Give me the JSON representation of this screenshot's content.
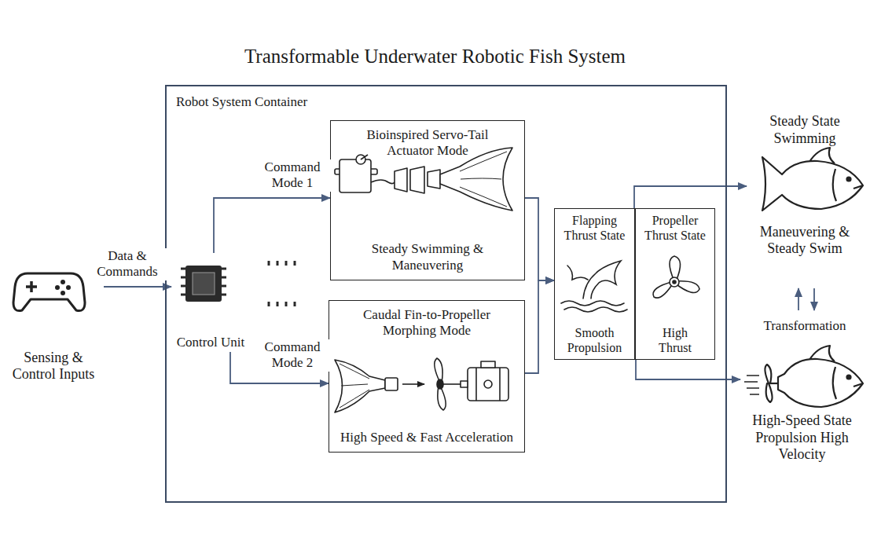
{
  "diagram": {
    "title": "Transformable Underwater Robotic Fish System",
    "nodes": [
      {
        "text": [
          "Sensing & Control Inputs"
        ]
      },
      {
        "text": [
          "Robot System Container"
        ]
      },
      {
        "text": [
          "Control Unit"
        ],
        "in": 1
      },
      {
        "text": [
          "Bioinspired Servo-Tail Actuator Mode",
          "Steady Swimming & Maneuvering"
        ],
        "in": 1
      },
      {
        "text": [
          "Caudal Fin-to-Propeller Morphing Mode",
          "High Speed & Fast Acceleration"
        ],
        "in": 1
      },
      {
        "text": [
          "Flapping Thrust State",
          "Smooth Propulsion"
        ],
        "in": 1
      },
      {
        "text": [
          "Propeller Thrust State",
          "High Thrust"
        ],
        "in": 1
      },
      {
        "text": [
          "Steady State Swimming",
          "Maneuvering & Steady Swim"
        ]
      },
      {
        "text": [
          "High-Speed State Propulsion High Velocity"
        ]
      }
    ],
    "edges": [
      {
        "from": 0,
        "to": 2,
        "label": "Data & Commands",
        "arrow": "to"
      },
      {
        "from": 2,
        "to": 3,
        "label": "Command Mode 1",
        "arrow": "to"
      },
      {
        "from": 2,
        "to": 4,
        "label": "Command Mode 2",
        "arrow": "to"
      },
      {
        "from": 3,
        "to": 5,
        "arrow": "to"
      },
      {
        "from": 4,
        "to": 5,
        "arrow": "to"
      },
      {
        "from": 5,
        "to": 7,
        "arrow": "to"
      },
      {
        "from": 6,
        "to": 8,
        "arrow": "to"
      },
      {
        "from": 7,
        "to": 8,
        "label": "Transformation",
        "arrow": "both"
      }
    ]
  }
}
